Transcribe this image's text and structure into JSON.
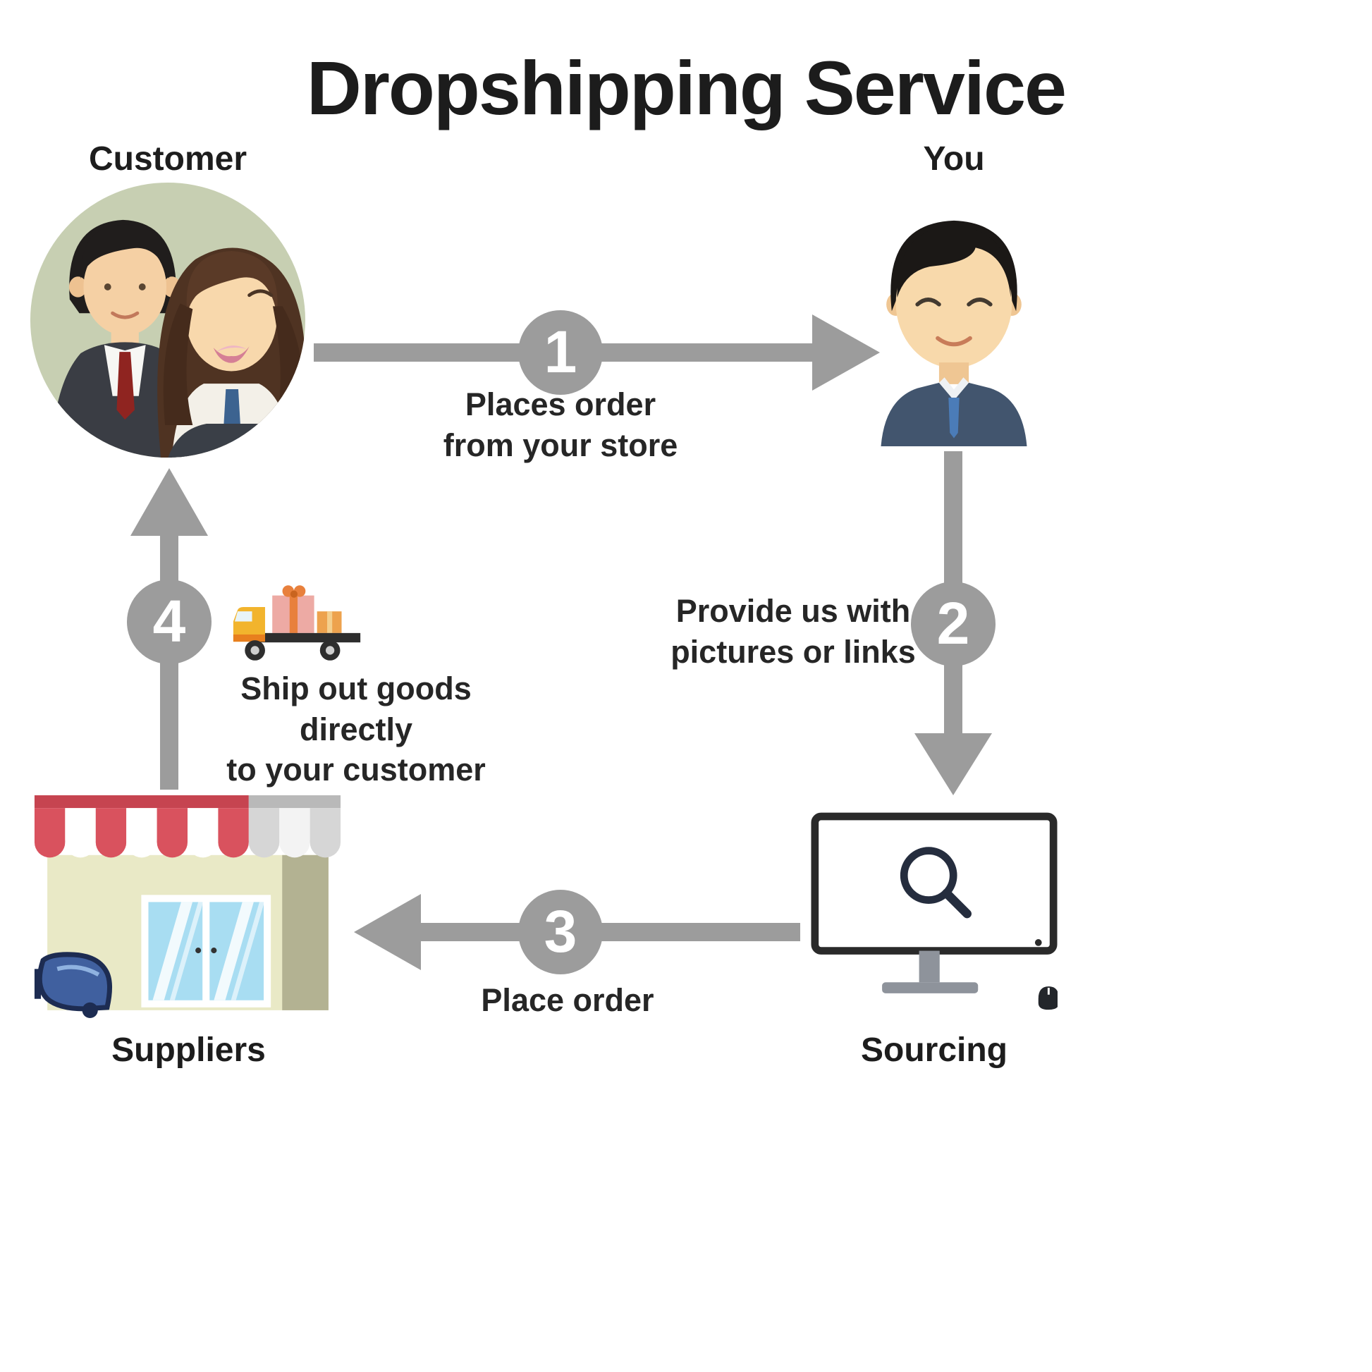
{
  "title": "Dropshipping Service",
  "nodes": {
    "customer": {
      "label": "Customer",
      "icon": "customer-couple-avatar"
    },
    "you": {
      "label": "You",
      "icon": "businessman-avatar"
    },
    "suppliers": {
      "label": "Suppliers",
      "icon": "storefront-icon"
    },
    "sourcing": {
      "label": "Sourcing",
      "icon": "monitor-search-icon"
    }
  },
  "steps": {
    "step1": {
      "number": "1",
      "caption": "Places order\nfrom your store",
      "from": "customer",
      "to": "you"
    },
    "step2": {
      "number": "2",
      "caption": "Provide us with\npictures or links",
      "from": "you",
      "to": "sourcing"
    },
    "step3": {
      "number": "3",
      "caption": "Place order",
      "from": "sourcing",
      "to": "suppliers"
    },
    "step4": {
      "number": "4",
      "caption": "Ship out goods directly\nto your customer",
      "from": "suppliers",
      "to": "customer",
      "icon": "delivery-truck-gifts-icon"
    }
  },
  "colors": {
    "arrow": "#9c9c9c",
    "text": "#1d1d1d",
    "badge_text": "#ffffff",
    "customer_circle_bg": "#c7cfb2"
  }
}
